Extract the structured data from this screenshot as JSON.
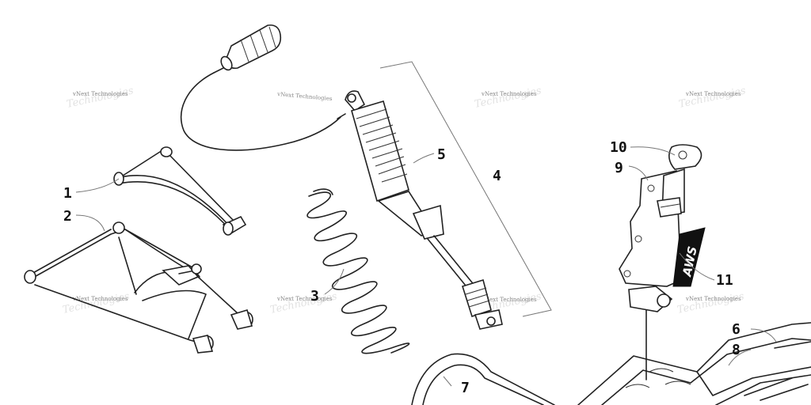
{
  "watermarks": [
    {
      "text": "vNext Technologies"
    },
    {
      "text": "vNext Technologies"
    },
    {
      "text": "vNext Technologies"
    },
    {
      "text": "vNext Technologies"
    },
    {
      "text": "vNext Technologies"
    },
    {
      "text": "vNext Technologies"
    },
    {
      "text": "vNext Technologies"
    },
    {
      "text": "vNext Technologies"
    }
  ],
  "callouts": [
    {
      "label": "1"
    },
    {
      "label": "2"
    },
    {
      "label": "3"
    },
    {
      "label": "4"
    },
    {
      "label": "5"
    },
    {
      "label": "6"
    },
    {
      "label": "7"
    },
    {
      "label": "8"
    },
    {
      "label": "9"
    },
    {
      "label": "10"
    },
    {
      "label": "11"
    }
  ],
  "decal_text": "AWS"
}
